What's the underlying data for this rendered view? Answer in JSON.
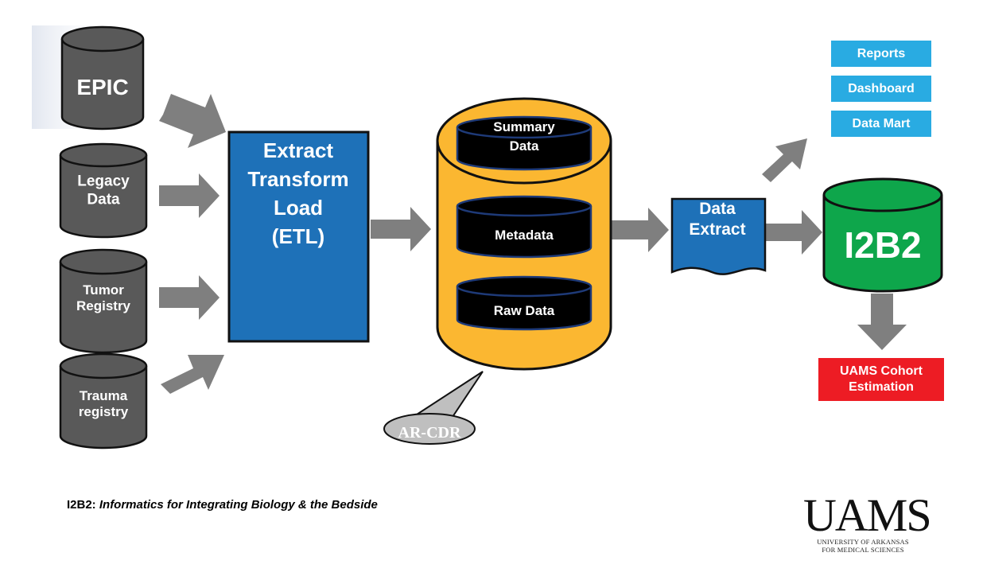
{
  "sources": [
    {
      "id": "epic",
      "label": "EPIC"
    },
    {
      "id": "legacy",
      "label": "Legacy\nData"
    },
    {
      "id": "tumor",
      "label": "Tumor\nRegistry"
    },
    {
      "id": "trauma",
      "label": "Trauma\nregistry"
    }
  ],
  "etl": {
    "label": "Extract\nTransform\nLoad\n(ETL)"
  },
  "warehouse": {
    "inner": [
      {
        "id": "summary",
        "label": "Summary\nData"
      },
      {
        "id": "metadata",
        "label": "Metadata"
      },
      {
        "id": "raw",
        "label": "Raw Data"
      }
    ],
    "callout": "AR-CDR"
  },
  "extract": {
    "label": "Data\nExtract"
  },
  "outputs": [
    {
      "id": "reports",
      "label": "Reports"
    },
    {
      "id": "dashboard",
      "label": "Dashboard"
    },
    {
      "id": "datamart",
      "label": "Data Mart"
    }
  ],
  "i2b2": {
    "label": "I2B2"
  },
  "cohort": {
    "label": "UAMS Cohort\nEstimation"
  },
  "footnote": {
    "prefix": "I2B2:",
    "text": "Informatics for Integrating Biology & the Bedside"
  },
  "logo": {
    "word": "UAMS",
    "line1": "UNIVERSITY OF ARKANSAS",
    "line2": "FOR MEDICAL SCIENCES"
  },
  "colors": {
    "source_cylinder": "#595959",
    "etl_box": "#1e71b8",
    "warehouse": "#fbb731",
    "extract_doc": "#1e71b8",
    "i2b2_cylinder": "#0ea64b",
    "output_box": "#29abe2",
    "cohort_box": "#ed1c24",
    "arrow": "#7f7f7f"
  }
}
